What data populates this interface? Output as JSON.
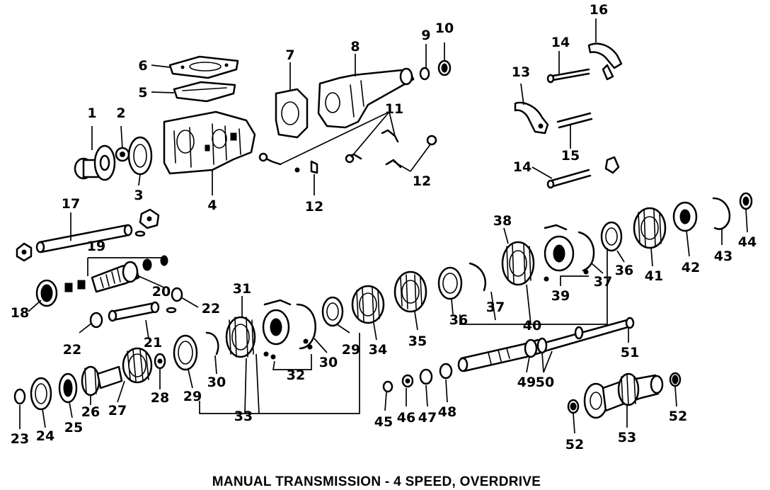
{
  "caption": "MANUAL TRANSMISSION - 4 SPEED, OVERDRIVE",
  "callouts": [
    "1",
    "2",
    "3",
    "4",
    "5",
    "6",
    "7",
    "8",
    "9",
    "10",
    "11",
    "12",
    "12",
    "13",
    "14",
    "14",
    "15",
    "16",
    "17",
    "18",
    "19",
    "20",
    "21",
    "22",
    "22",
    "23",
    "24",
    "25",
    "26",
    "27",
    "28",
    "29",
    "29",
    "30",
    "30",
    "31",
    "32",
    "33",
    "34",
    "35",
    "36",
    "36",
    "37",
    "37",
    "38",
    "39",
    "40",
    "41",
    "42",
    "43",
    "44",
    "45",
    "46",
    "47",
    "48",
    "49",
    "50",
    "51",
    "52",
    "52",
    "53"
  ],
  "colors": {
    "ink": "#000000",
    "paper": "#ffffff"
  }
}
